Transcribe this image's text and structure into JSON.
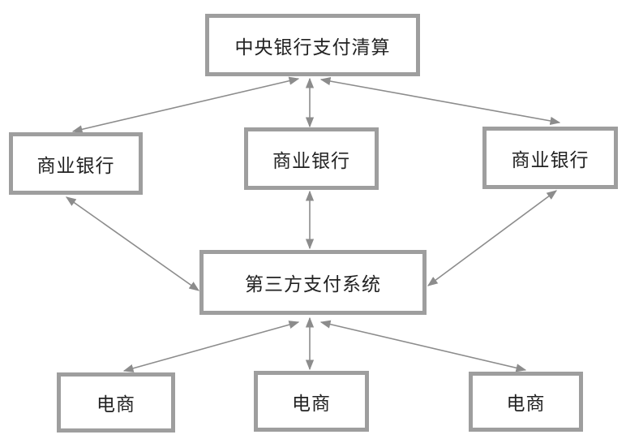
{
  "nodes": {
    "central": "中央银行支付清算",
    "bank_left": "商业银行",
    "bank_center": "商业银行",
    "bank_right": "商业银行",
    "third_party": "第三方支付系统",
    "ecommerce_left": "电商",
    "ecommerce_center": "电商",
    "ecommerce_right": "电商"
  },
  "edges": [
    {
      "from": "central",
      "to": "bank_left",
      "direction": "both"
    },
    {
      "from": "central",
      "to": "bank_center",
      "direction": "both"
    },
    {
      "from": "central",
      "to": "bank_right",
      "direction": "both"
    },
    {
      "from": "bank_left",
      "to": "third_party",
      "direction": "both"
    },
    {
      "from": "bank_center",
      "to": "third_party",
      "direction": "both"
    },
    {
      "from": "bank_right",
      "to": "third_party",
      "direction": "both"
    },
    {
      "from": "third_party",
      "to": "ecommerce_left",
      "direction": "both"
    },
    {
      "from": "third_party",
      "to": "ecommerce_center",
      "direction": "both"
    },
    {
      "from": "third_party",
      "to": "ecommerce_right",
      "direction": "both"
    }
  ],
  "colors": {
    "box_border": "#9e9e9e",
    "arrow": "#8c8c8c",
    "text": "#222222"
  }
}
